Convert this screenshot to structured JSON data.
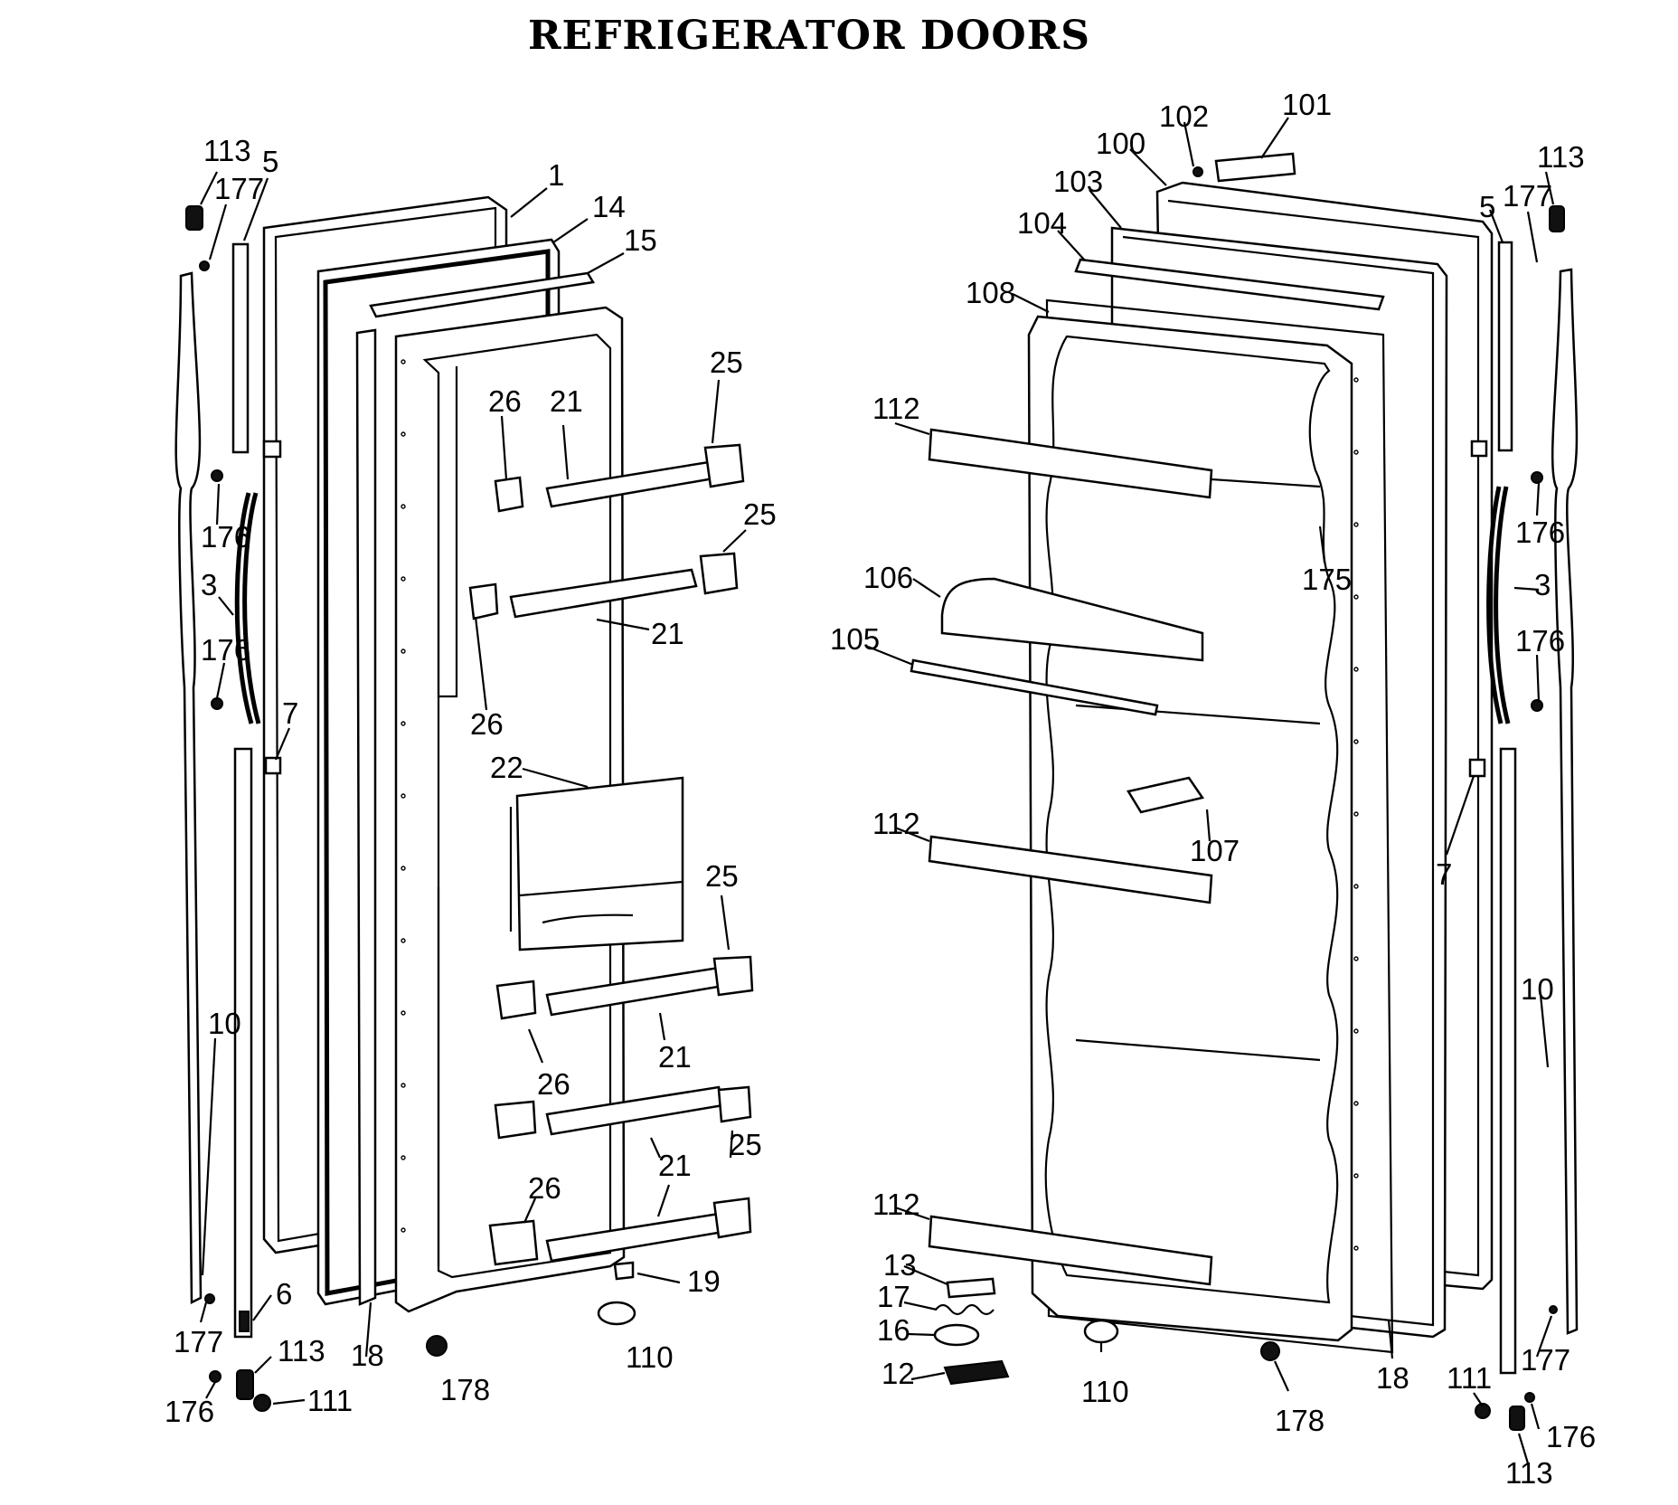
{
  "title": "REFRIGERATOR DOORS",
  "callouts": {
    "l113a": "113",
    "l5": "5",
    "l177a": "177",
    "l1": "1",
    "l14": "14",
    "l15": "15",
    "l176a": "176",
    "l3": "3",
    "l176b": "176",
    "l7": "7",
    "l10": "10",
    "l177b": "177",
    "l6": "6",
    "l113b": "113",
    "l176c": "176",
    "l111": "111",
    "l18": "18",
    "l178": "178",
    "l25a": "25",
    "l26a": "26",
    "l21a": "21",
    "l25b": "25",
    "l21b": "21",
    "l26b": "26",
    "l22": "22",
    "l25c": "25",
    "l21c": "21",
    "l26c": "26",
    "l21d": "21",
    "l25d": "25",
    "l26d": "26",
    "l19": "19",
    "l110": "110",
    "r101": "101",
    "r102": "102",
    "r100": "100",
    "r103": "103",
    "r104": "104",
    "r108": "108",
    "r113a": "113",
    "r5": "5",
    "r177a": "177",
    "r112a": "112",
    "r175": "175",
    "r176a": "176",
    "r106": "106",
    "r3": "3",
    "r105": "105",
    "r176b": "176",
    "r107": "107",
    "r7": "7",
    "r112b": "112",
    "r10": "10",
    "r112c": "112",
    "r13": "13",
    "r17": "17",
    "r16": "16",
    "r12": "12",
    "r110": "110",
    "r178": "178",
    "r18": "18",
    "r177b": "177",
    "r111": "111",
    "r176c": "176",
    "r113b": "113"
  }
}
